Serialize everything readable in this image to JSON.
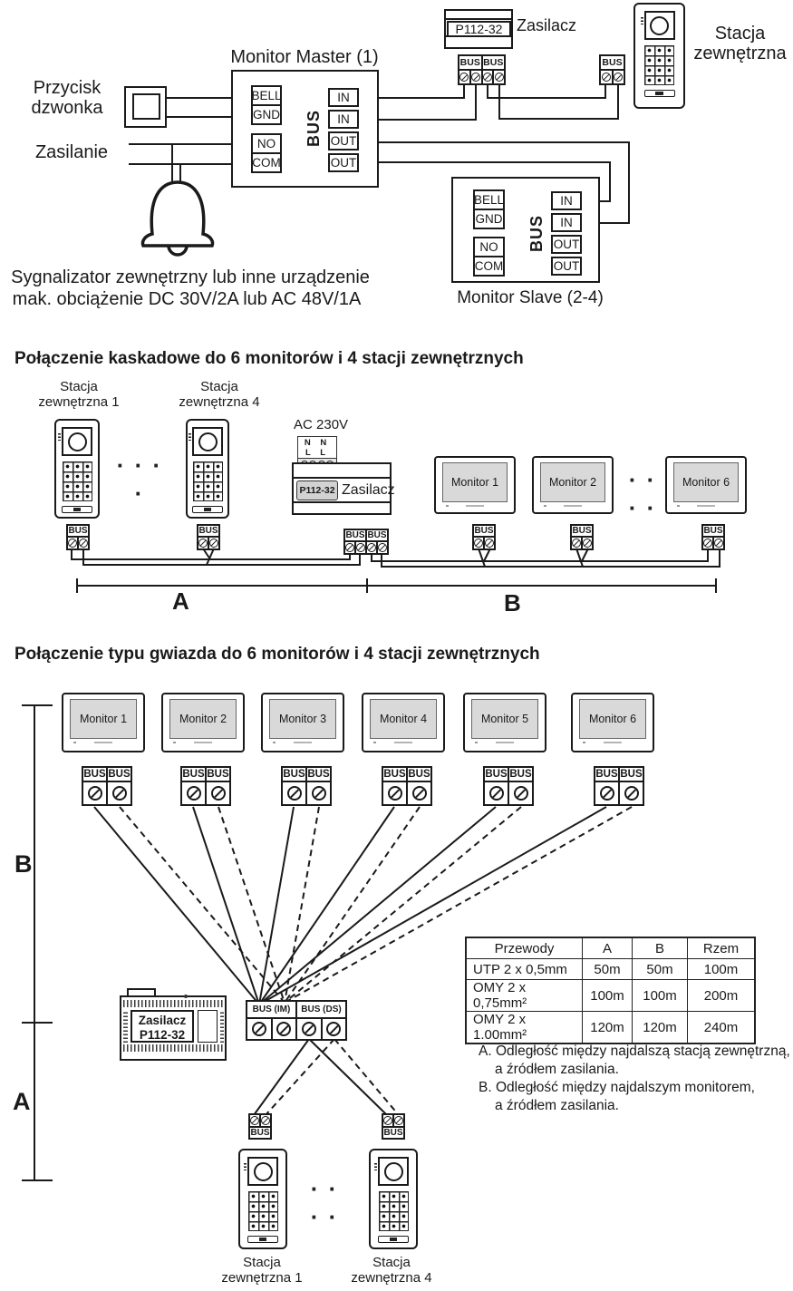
{
  "labels": {
    "bus": "BUS"
  },
  "s1": {
    "title_master": "Monitor Master (1)",
    "title_slave": "Monitor Slave (2-4)",
    "doorbell": "Przycisk dzwonka",
    "power": "Zasilanie",
    "caption1": "Sygnalizator zewnętrzny lub inne urządzenie",
    "caption2": "mak. obciążenie DC 30V/2A lub AC 48V/1A",
    "psu_model": "P112-32",
    "psu_name": "Zasilacz",
    "station": "Stacja zewnętrzna",
    "t_bell": "BELL",
    "t_gnd": "GND",
    "t_no": "NO",
    "t_com": "COM",
    "t_in": "IN",
    "t_out": "OUT"
  },
  "s2": {
    "title": "Połączenie kaskadowe do 6 monitorów i 4 stacji zewnętrznych",
    "station1": "Stacja zewnętrzna 1",
    "station4": "Stacja zewnętrzna 4",
    "dots": "· · · ·",
    "ac": "AC 230V",
    "nnll": "N N L L",
    "psu_model": "P112-32",
    "psu_name": "Zasilacz",
    "monitors": [
      "Monitor 1",
      "Monitor 2",
      "Monitor 6"
    ],
    "dim_a": "A",
    "dim_b": "B"
  },
  "s3": {
    "title": "Połączenie typu gwiazda do 6 monitorów i 4 stacji zewnętrznych",
    "monitors": [
      "Monitor 1",
      "Monitor 2",
      "Monitor 3",
      "Monitor 4",
      "Monitor 5",
      "Monitor 6"
    ],
    "psu_name": "Zasilacz",
    "psu_model": "P112-32",
    "bus_im": "BUS (IM)",
    "bus_ds": "BUS (DS)",
    "dim_a": "A",
    "dim_b": "B",
    "station1": "Stacja zewnętrzna 1",
    "station4": "Stacja zewnętrzna 4",
    "dots": "· · · ·",
    "table": {
      "headers": [
        "Przewody",
        "A",
        "B",
        "Rzem"
      ],
      "rows": [
        [
          "UTP 2 x 0,5mm",
          "50m",
          "50m",
          "100m"
        ],
        [
          "OMY 2 x 0,75mm²",
          "100m",
          "100m",
          "200m"
        ],
        [
          "OMY 2 x 1.00mm²",
          "120m",
          "120m",
          "240m"
        ]
      ]
    },
    "notes": [
      "A. Odległość między najdalszą stacją zewnętrzną,",
      "a źródłem zasilania.",
      "B. Odległość między najdalszym monitorem,",
      "a źródłem zasilania."
    ]
  }
}
